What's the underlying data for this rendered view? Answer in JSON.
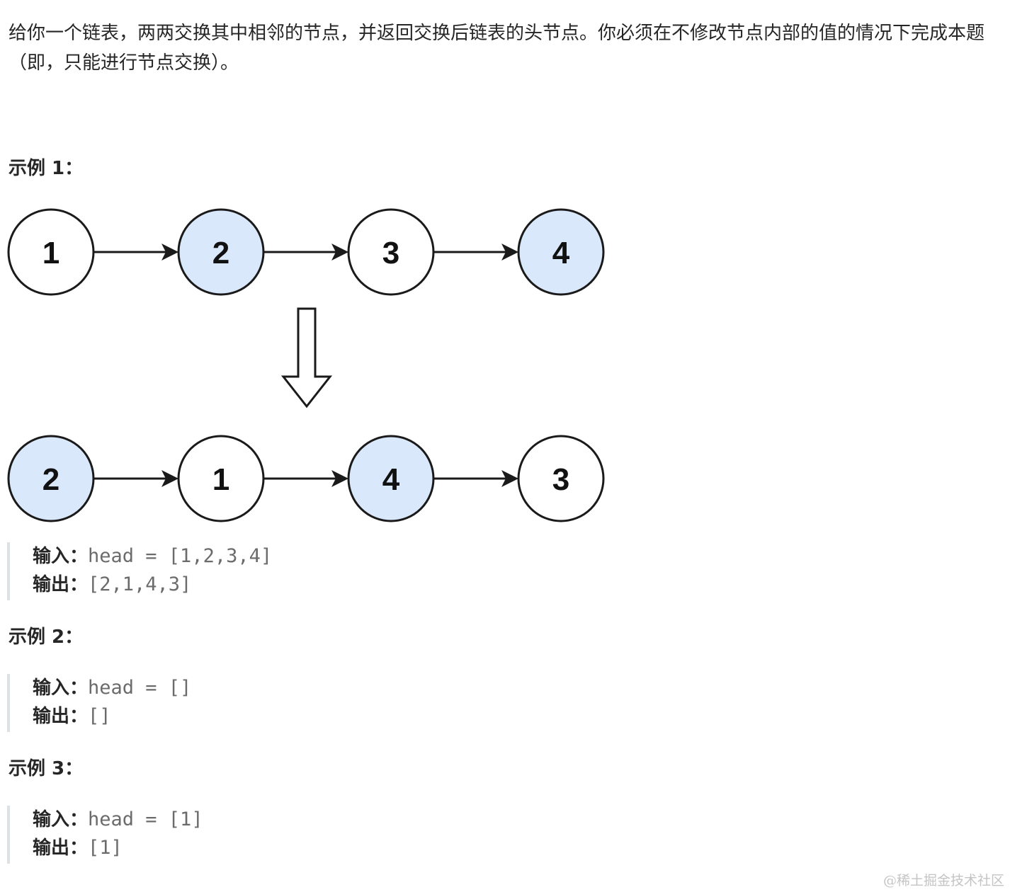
{
  "description": "给你一个链表，两两交换其中相邻的节点，并返回交换后链表的头节点。你必须在不修改节点内部的值的情况下完成本题（即，只能进行节点交换）。",
  "examples": [
    {
      "title": "示例 1：",
      "input_label": "输入：",
      "input_value": "head = [1,2,3,4]",
      "output_label": "输出：",
      "output_value": "[2,1,4,3]"
    },
    {
      "title": "示例 2：",
      "input_label": "输入：",
      "input_value": "head = []",
      "output_label": "输出：",
      "output_value": "[]"
    },
    {
      "title": "示例 3：",
      "input_label": "输入：",
      "input_value": "head = [1]",
      "output_label": "输出：",
      "output_value": "[1]"
    }
  ],
  "diagram": {
    "colors": {
      "highlight_fill": "#dae8fc",
      "plain_fill": "#ffffff",
      "stroke": "#1a1a1a"
    },
    "before": [
      {
        "label": "1",
        "highlight": false
      },
      {
        "label": "2",
        "highlight": true
      },
      {
        "label": "3",
        "highlight": false
      },
      {
        "label": "4",
        "highlight": true
      }
    ],
    "after": [
      {
        "label": "2",
        "highlight": true
      },
      {
        "label": "1",
        "highlight": false
      },
      {
        "label": "4",
        "highlight": true
      },
      {
        "label": "3",
        "highlight": false
      }
    ]
  },
  "watermark": "@稀土掘金技术社区"
}
